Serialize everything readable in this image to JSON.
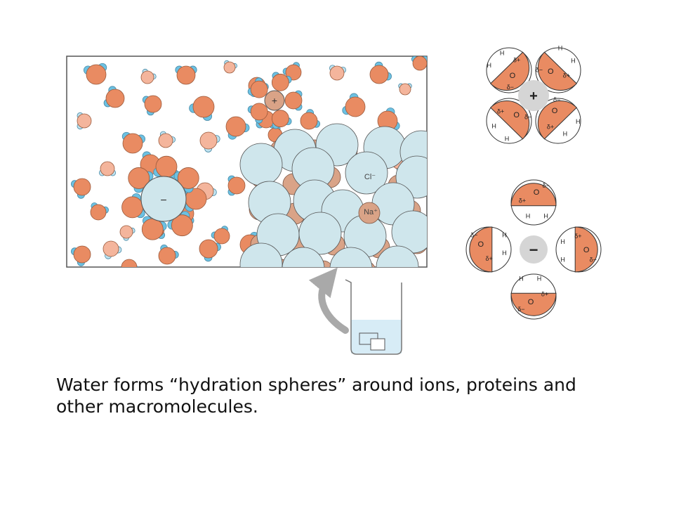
{
  "caption": "Water forms “hydration spheres” around ions, proteins and other macromolecules.",
  "solution_panel": {
    "anion_symbol": "−",
    "cation_symbol": "+",
    "chloride_label": "Cl⁻",
    "sodium_label": "Na⁺"
  },
  "cation_hydration": {
    "center_symbol": "+",
    "oxygen": "O",
    "hydrogen": "H",
    "delta_plus": "δ+",
    "delta_minus": "δ−"
  },
  "anion_hydration": {
    "center_symbol": "−",
    "oxygen": "O",
    "hydrogen": "H",
    "delta_plus": "δ+",
    "delta_minus": "δ−"
  },
  "colors": {
    "oxygen": "#e98b62",
    "oxygen_light": "#f4b59c",
    "hydrogen_ball": "#6cc1e2",
    "hydrogen_light": "#bfe2ef",
    "chloride": "#cfe6ec",
    "sodium": "#d9a387",
    "ion_gray": "#d5d5d5"
  }
}
